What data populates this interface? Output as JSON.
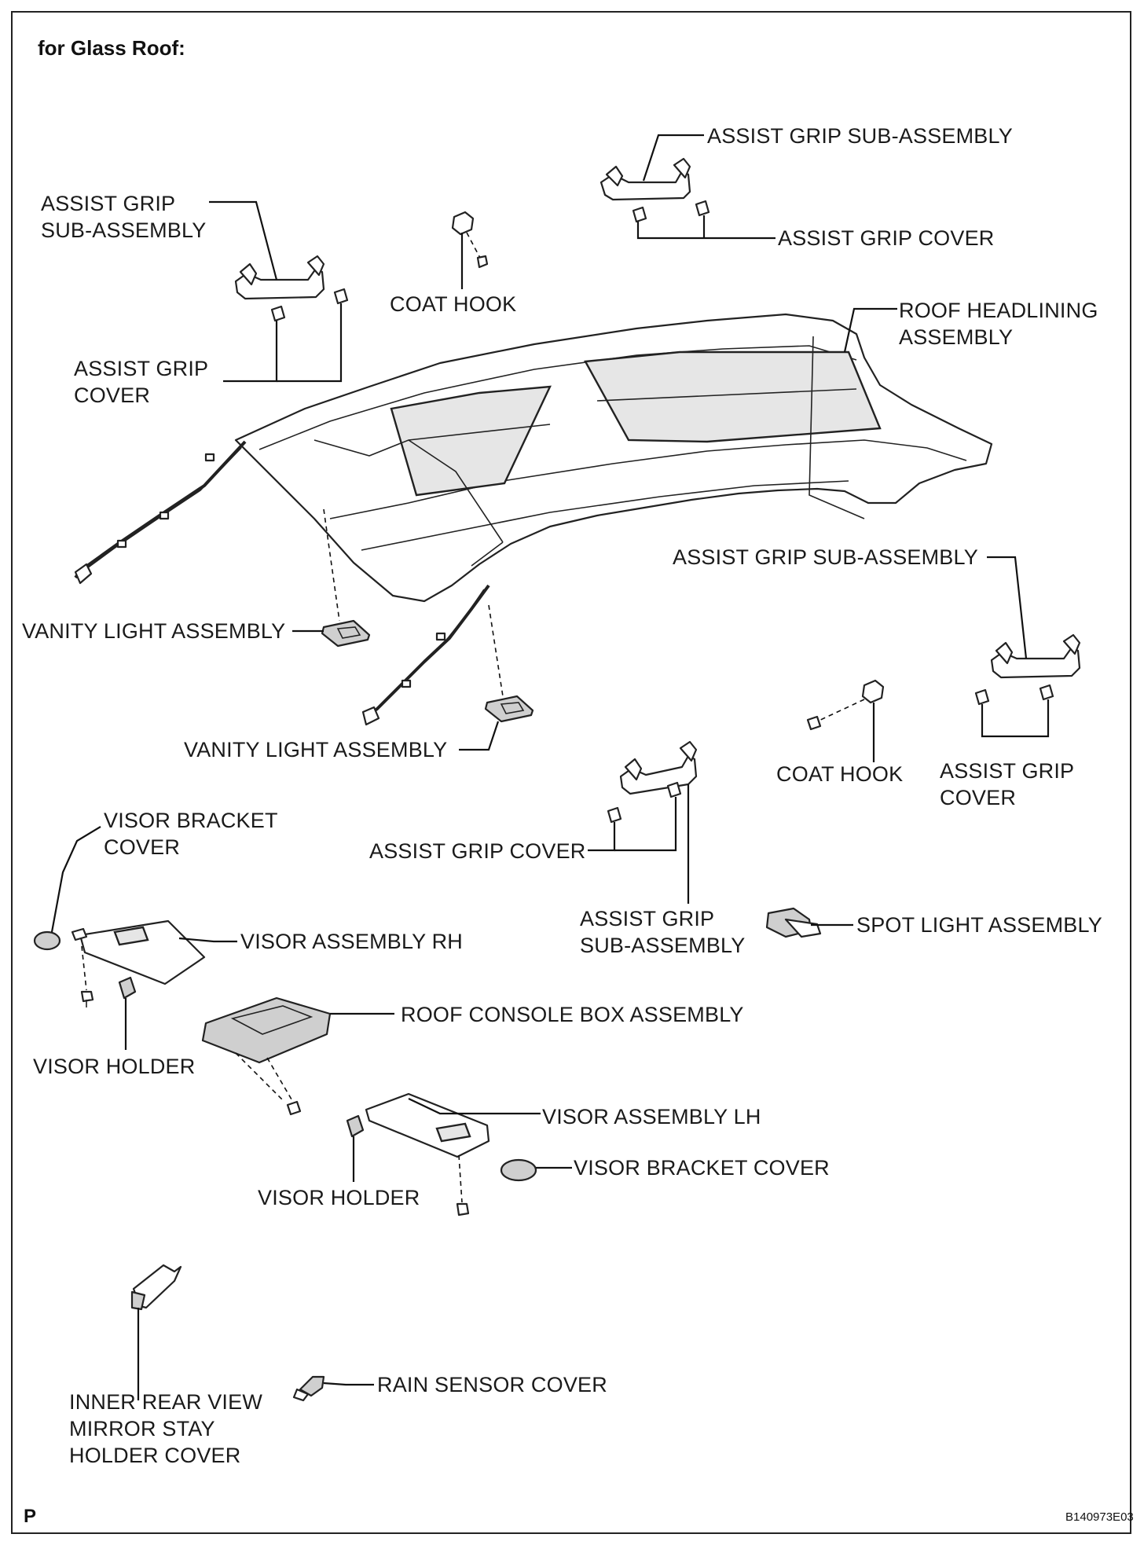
{
  "title": "for Glass Roof:",
  "labels": {
    "assist_grip_sub_top": "ASSIST GRIP SUB-ASSEMBLY",
    "assist_grip_cover_top": "ASSIST GRIP COVER",
    "assist_grip_sub_left": [
      "ASSIST GRIP",
      "SUB-ASSEMBLY"
    ],
    "coat_hook_top": "COAT HOOK",
    "assist_grip_cover_left": [
      "ASSIST GRIP",
      "COVER"
    ],
    "roof_headlining": [
      "ROOF HEADLINING",
      "ASSEMBLY"
    ],
    "assist_grip_sub_right": "ASSIST GRIP SUB-ASSEMBLY",
    "vanity_light_left": "VANITY LIGHT ASSEMBLY",
    "vanity_light_center": "VANITY LIGHT ASSEMBLY",
    "coat_hook_right": "COAT HOOK",
    "assist_grip_cover_right": [
      "ASSIST GRIP",
      "COVER"
    ],
    "visor_bracket_cover_left": [
      "VISOR BRACKET",
      "COVER"
    ],
    "assist_grip_cover_center": "ASSIST GRIP COVER",
    "assist_grip_sub_center": [
      "ASSIST GRIP",
      "SUB-ASSEMBLY"
    ],
    "spot_light": "SPOT LIGHT ASSEMBLY",
    "visor_rh": "VISOR ASSEMBLY RH",
    "roof_console": "ROOF CONSOLE BOX ASSEMBLY",
    "visor_holder_left": "VISOR HOLDER",
    "visor_lh": "VISOR ASSEMBLY LH",
    "visor_bracket_cover_right": "VISOR BRACKET COVER",
    "visor_holder_center": "VISOR HOLDER",
    "inner_mirror_cover": [
      "INNER REAR VIEW",
      "MIRROR STAY",
      "HOLDER COVER"
    ],
    "rain_sensor_cover": "RAIN SENSOR COVER"
  },
  "footer": {
    "corner_letter": "P",
    "drawing_code": "B140973E03"
  }
}
